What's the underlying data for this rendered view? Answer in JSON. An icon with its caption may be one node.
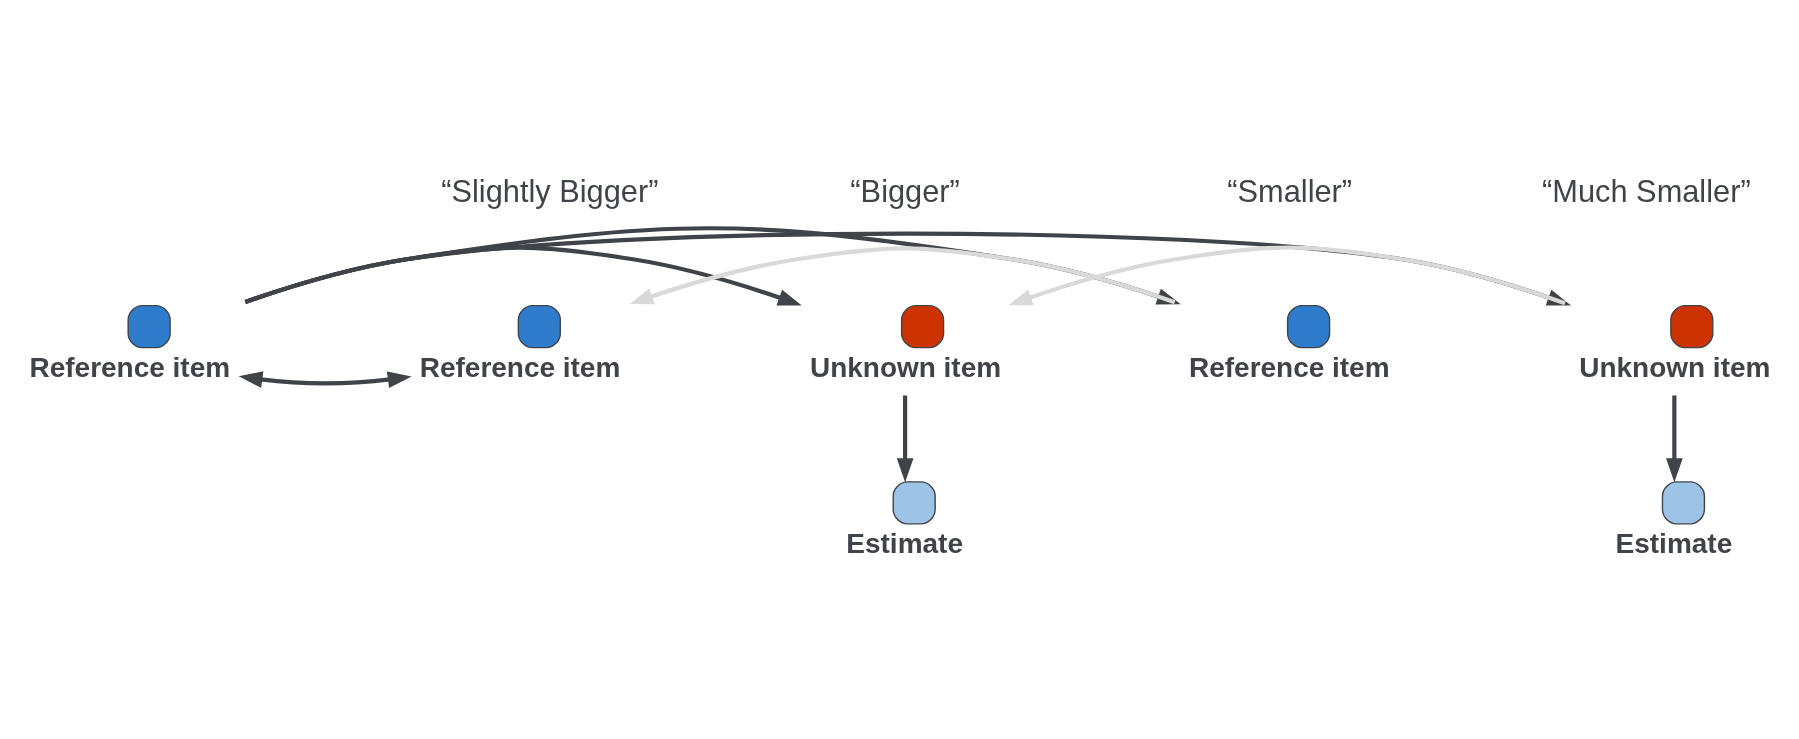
{
  "diagram": {
    "nodes": [
      {
        "text": [
          "Reference item"
        ]
      },
      {
        "text": [
          "Reference item"
        ]
      },
      {
        "text": [
          "Unknown item"
        ]
      },
      {
        "text": [
          "Reference item"
        ]
      },
      {
        "text": [
          "Unknown item"
        ]
      },
      {
        "text": [
          "Estimate"
        ]
      },
      {
        "text": [
          "Estimate"
        ]
      }
    ],
    "edges": [
      {
        "from": 0,
        "to": 1,
        "arrow": "both"
      },
      {
        "from": 0,
        "to": 2,
        "arrow": "to"
      },
      {
        "from": 0,
        "to": 3,
        "arrow": "to"
      },
      {
        "from": 0,
        "to": 4,
        "arrow": "to"
      },
      {
        "from": 3,
        "to": 1,
        "arrow": "to",
        "color": "#d9d9d9"
      },
      {
        "from": 4,
        "to": 2,
        "arrow": "to",
        "color": "#d9d9d9"
      },
      {
        "from": 2,
        "to": 5,
        "arrow": "to"
      },
      {
        "from": 4,
        "to": 6,
        "arrow": "to"
      }
    ],
    "labels": [
      "“Slightly Bigger”",
      "“Bigger”",
      "“Smaller”",
      "“Much Smaller”"
    ]
  }
}
